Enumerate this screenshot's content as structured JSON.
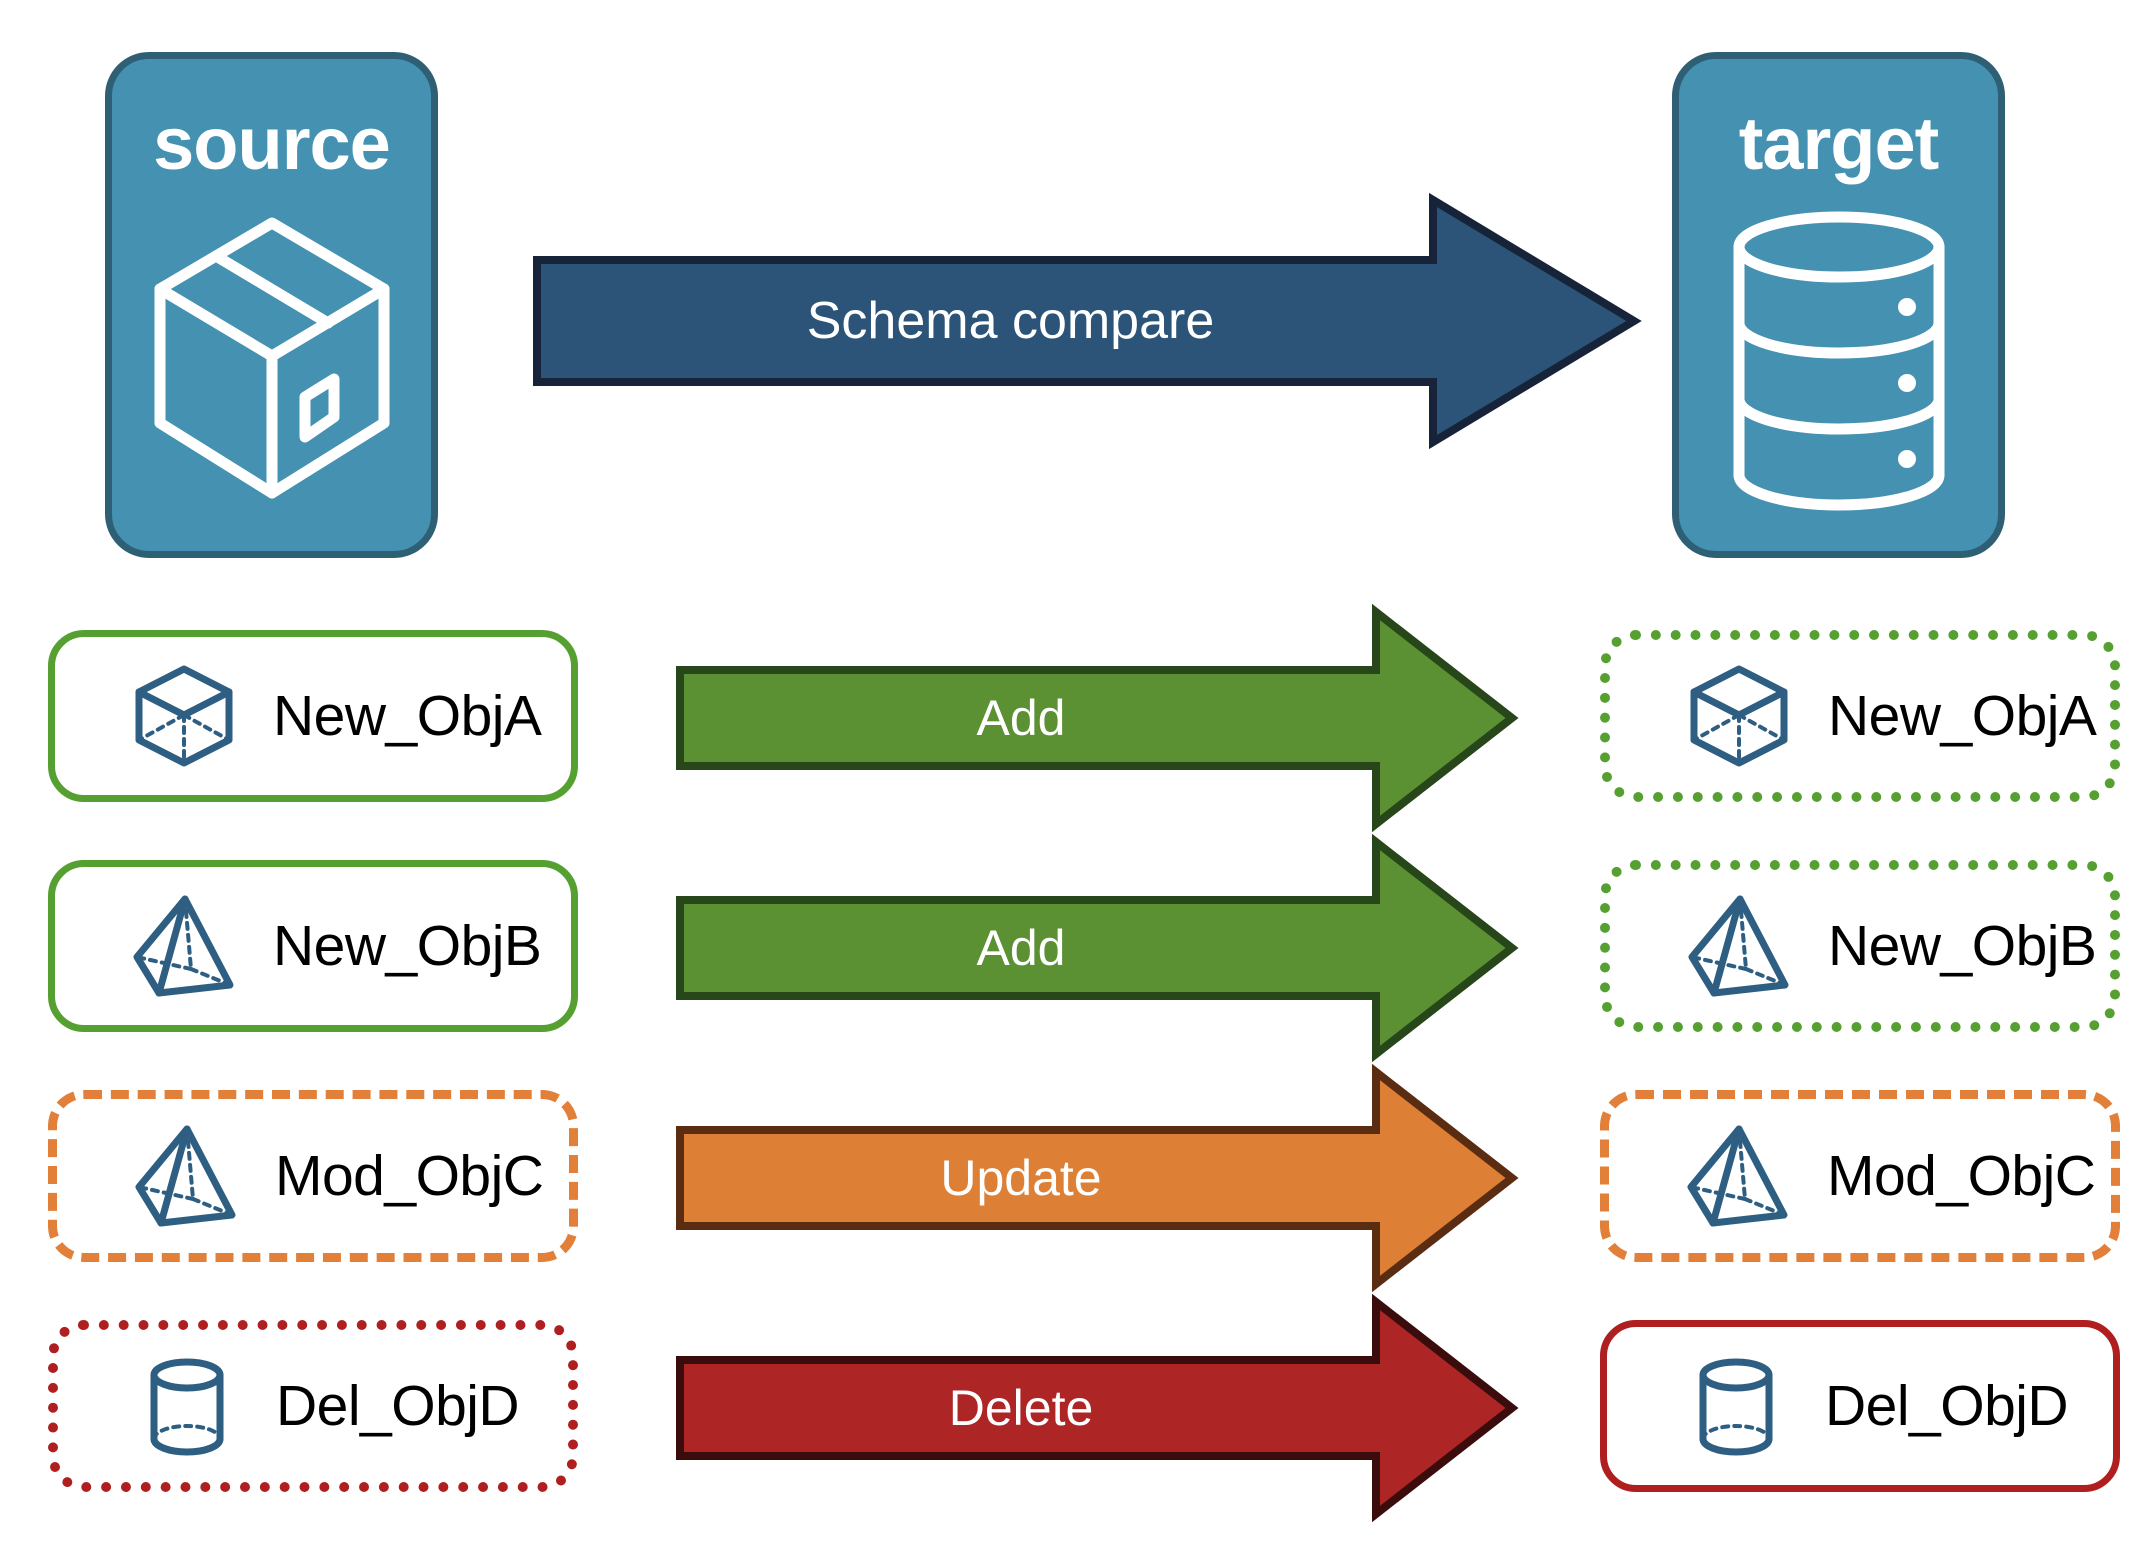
{
  "diagram": {
    "title_text": "",
    "source": {
      "label": "source",
      "icon": "package-box-icon"
    },
    "target": {
      "label": "target",
      "icon": "database-cylinder-icon"
    },
    "compare_arrow": {
      "label": "Schema compare",
      "fill": "#2B5478",
      "stroke": "#162338"
    }
  },
  "colors": {
    "endpoint_fill": "#4491B1",
    "endpoint_border": "#2F5F74",
    "object_icon": "#2E5F82",
    "green_fill": "#5B9033",
    "green_stroke": "#27461A",
    "green_border": "#55A030",
    "orange_fill": "#DD7F35",
    "orange_stroke": "#5A2D12",
    "orange_border": "#E2803A",
    "red_fill": "#AE2525",
    "red_stroke": "#3A0C0C",
    "red_border": "#B01F1F"
  },
  "rows": [
    {
      "source_object": {
        "label": "New_ObjA",
        "icon": "wireframe-cube-icon",
        "border_style": "solid",
        "border_color": "#55A030"
      },
      "action": {
        "label": "Add",
        "fill": "#5B9033",
        "stroke": "#27461A"
      },
      "target_object": {
        "label": "New_ObjA",
        "icon": "wireframe-cube-icon",
        "border_style": "dotted",
        "border_color": "#55A030"
      }
    },
    {
      "source_object": {
        "label": "New_ObjB",
        "icon": "wireframe-pyramid-icon",
        "border_style": "solid",
        "border_color": "#55A030"
      },
      "action": {
        "label": "Add",
        "fill": "#5B9033",
        "stroke": "#27461A"
      },
      "target_object": {
        "label": "New_ObjB",
        "icon": "wireframe-pyramid-icon",
        "border_style": "dotted",
        "border_color": "#55A030"
      }
    },
    {
      "source_object": {
        "label": "Mod_ObjC",
        "icon": "wireframe-pyramid-icon",
        "border_style": "dashed",
        "border_color": "#E2803A"
      },
      "action": {
        "label": "Update",
        "fill": "#DD7F35",
        "stroke": "#5A2D12"
      },
      "target_object": {
        "label": "Mod_ObjC",
        "icon": "wireframe-pyramid-icon",
        "border_style": "dashed",
        "border_color": "#E2803A"
      }
    },
    {
      "source_object": {
        "label": "Del_ObjD",
        "icon": "wireframe-cylinder-icon",
        "border_style": "dotted",
        "border_color": "#B01F1F"
      },
      "action": {
        "label": "Delete",
        "fill": "#AE2525",
        "stroke": "#3A0C0C"
      },
      "target_object": {
        "label": "Del_ObjD",
        "icon": "wireframe-cylinder-icon",
        "border_style": "solid",
        "border_color": "#B01F1F"
      }
    }
  ]
}
